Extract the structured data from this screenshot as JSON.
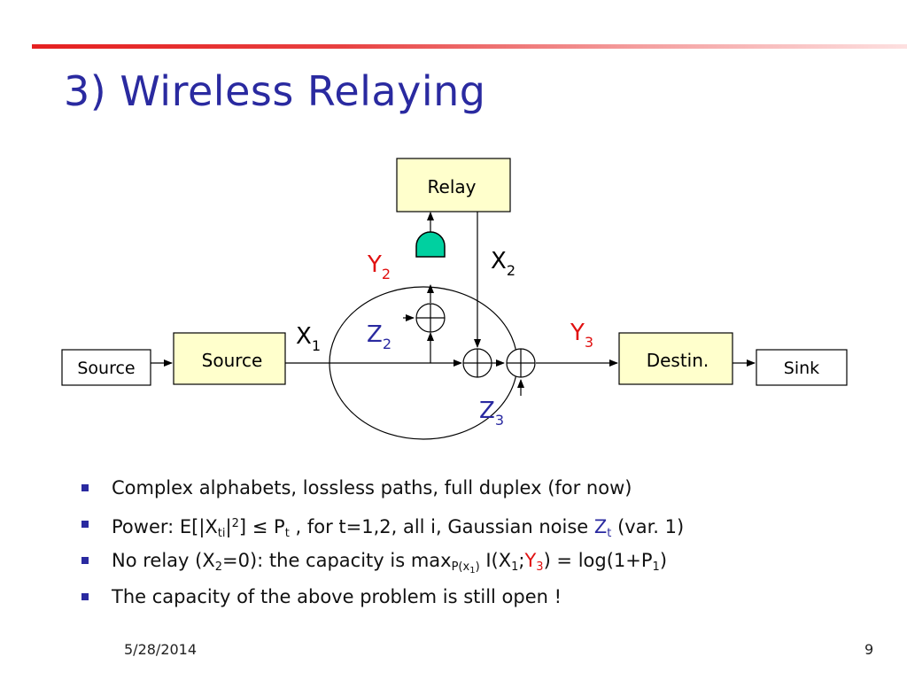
{
  "slide": {
    "title": "3) Wireless Relaying",
    "date": "5/28/2014",
    "page_number": "9"
  },
  "colors": {
    "title": "#2a2aa0",
    "accent": "#e52020",
    "box_fill": "#ffffcc",
    "antenna_fill": "#00d0a0",
    "red_label": "#e01010",
    "blue_label": "#2a2aa0"
  },
  "diagram": {
    "boxes": {
      "source_small": "Source",
      "source": "Source",
      "relay": "Relay",
      "destination": "Destin.",
      "sink": "Sink"
    },
    "labels": {
      "x1": {
        "base": "X",
        "sub": "1"
      },
      "x2": {
        "base": "X",
        "sub": "2"
      },
      "y2": {
        "base": "Y",
        "sub": "2"
      },
      "y3": {
        "base": "Y",
        "sub": "3"
      },
      "z2": {
        "base": "Z",
        "sub": "2"
      },
      "z3": {
        "base": "Z",
        "sub": "3"
      }
    }
  },
  "bullets": {
    "b1": {
      "text": "Complex alphabets, lossless paths, full duplex (for now)"
    },
    "b2": {
      "p1": "Power: E[|X",
      "sub1": "ti",
      "p2": "|",
      "sup1": "2",
      "p3": "] ≤ P",
      "sub2": "t",
      "p4": " , for t=1,2, all i, Gaussian noise ",
      "z": "Z",
      "zsub": "t",
      "p5": " (var. 1)"
    },
    "b3": {
      "p1": "No relay (X",
      "sub1": "2",
      "p2": "=0): the capacity is max",
      "sub_max": "P(x",
      "sub_max_sub": "1",
      "sub_max_close": ")",
      "p3": " I(X",
      "sub2": "1",
      "p4": ";",
      "y": "Y",
      "ysub": "3",
      "p5": ") = log(1+P",
      "sub3": "1",
      "p6": ")"
    },
    "b4": {
      "text": "The capacity of the above problem is still open !"
    }
  }
}
